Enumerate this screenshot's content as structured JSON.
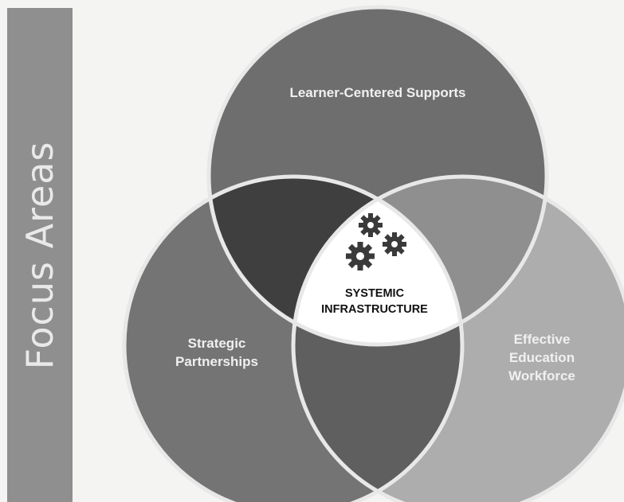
{
  "side_title": "Focus Areas",
  "circles": {
    "top": "Learner-Centered Supports",
    "left": [
      "Strategic",
      "Partnerships"
    ],
    "right": [
      "Effective",
      "Education",
      "Workforce"
    ]
  },
  "center": {
    "lines": [
      "SYSTEMIC",
      "INFRASTRUCTURE"
    ],
    "icon": "gears-icon"
  },
  "colors": {
    "top": "#6e6e6e",
    "left": "#747474",
    "right": "#adadad",
    "overlap_top_left": "#3f3f3f",
    "overlap_top_right": "#8f8f8f",
    "overlap_left_right": "#5f5f5f",
    "center": "#ffffff",
    "bar": "#8f8f8f"
  }
}
